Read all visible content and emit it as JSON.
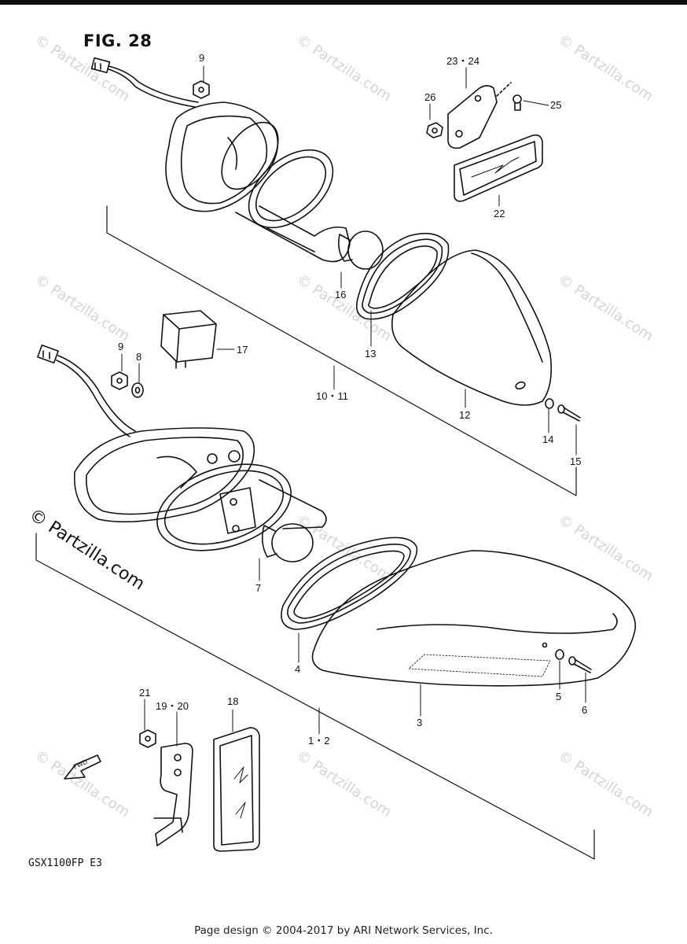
{
  "figure": {
    "title": "FIG. 28"
  },
  "model": "GSX1100FP  E3",
  "footer": {
    "copyright": "Page design © 2004-2017 by ARI Network Services, Inc."
  },
  "brand": {
    "site": "© Partzilla.com",
    "watermark": "© Partzilla.com"
  },
  "callouts": {
    "c1_2": "1・2",
    "c3": "3",
    "c4": "4",
    "c5": "5",
    "c6": "6",
    "c7": "7",
    "c8": "8",
    "c9a": "9",
    "c9b": "9",
    "c10_11": "10・11",
    "c12": "12",
    "c13": "13",
    "c14": "14",
    "c15": "15",
    "c16": "16",
    "c17": "17",
    "c18": "18",
    "c19_20": "19・20",
    "c21": "21",
    "c22": "22",
    "c23_24": "23・24",
    "c25": "25",
    "c26": "26"
  },
  "fwd_arrow": "FWD",
  "colors": {
    "line": "#111111",
    "watermark": "#d4d4d4"
  }
}
